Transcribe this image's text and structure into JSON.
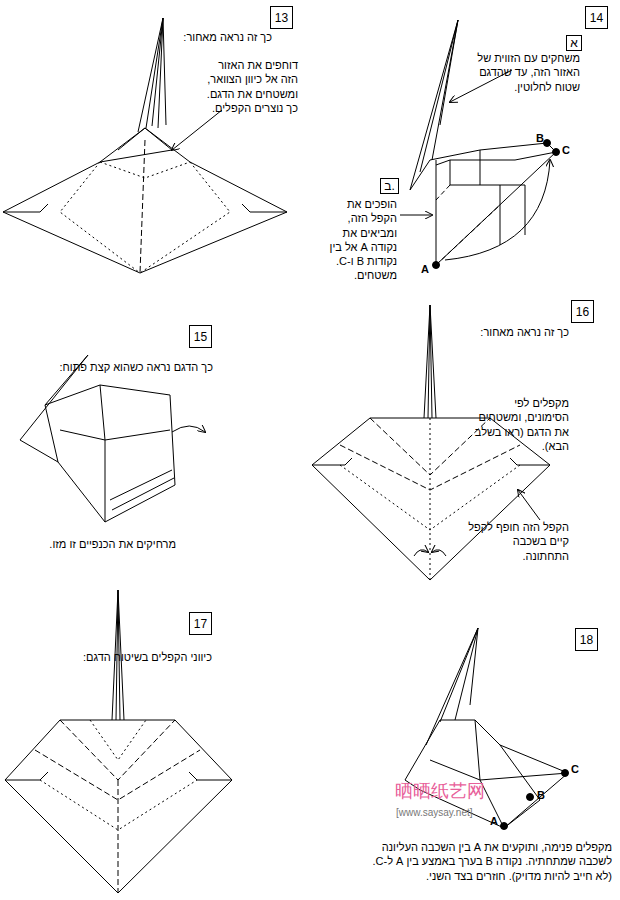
{
  "diagram": {
    "nodes": [
      {
        "text": [
          "13"
        ]
      },
      {
        "text": [
          "14"
        ]
      },
      {
        "text": [
          "א"
        ]
      },
      {
        "text": [
          "ב."
        ]
      },
      {
        "text": [
          "15"
        ]
      },
      {
        "text": [
          "16"
        ]
      },
      {
        "text": [
          "17"
        ]
      },
      {
        "text": [
          "18"
        ]
      }
    ],
    "labels": [
      "כך זה נראה מאחור:",
      "דוחפים את האזור הזה אל כיוון הצוואר, ומשטחים את הדגם. כך נוצרים הקפלים.",
      "משחקים עם הזווית של האזור הזה, עד שהדגם שטוח לחלוטין.",
      "הופכים את הקפל הזה, ומביאים את נקודה A אל בין נקודות B ו-C. משטחים.",
      "B",
      "C",
      "A",
      "כך הדגם נראה כשהוא קצת פתוח:",
      "מרחיקים את הכנפיים זו מזו.",
      "כך זה נראה מאחור:",
      "מקפלים לפי הסימונים, ומשטחים את הדגם (ראו בשלב הבא).",
      "הקפל הזה חופף לקפל קיים בשכבה התחתונה.",
      "כיווני הקפלים בשיטוח הדגם:",
      "C",
      "B",
      "A",
      "מקפלים פנימה, ותוקעים את A בין השכבה העליונה לשכבה שמתחתיה. נקודה B בערך באמצע בין A ל-C. (לא חייב להיות מדויק). חוזרים בצד השני.",
      "晒晒纸艺网",
      "[www.saysay.net]"
    ]
  }
}
